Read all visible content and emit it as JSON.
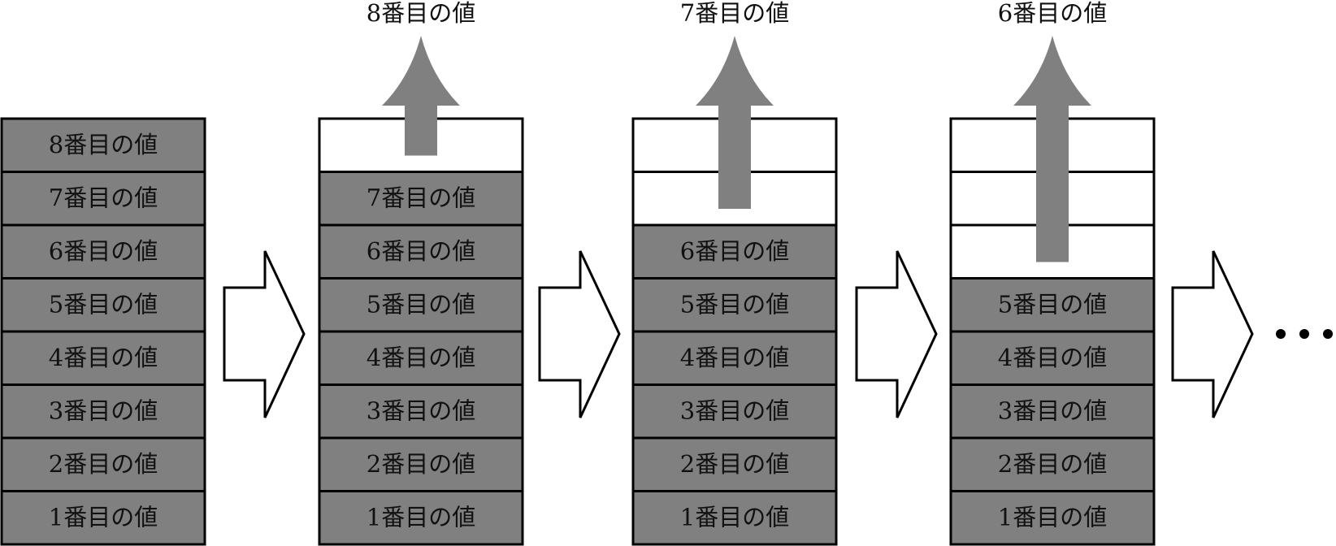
{
  "stacks": [
    {
      "popped_label": "",
      "cells": [
        "8番目の値",
        "7番目の値",
        "6番目の値",
        "5番目の値",
        "4番目の値",
        "3番目の値",
        "2番目の値",
        "1番目の値"
      ]
    },
    {
      "popped_label": "8番目の値",
      "cells": [
        "",
        "7番目の値",
        "6番目の値",
        "5番目の値",
        "4番目の値",
        "3番目の値",
        "2番目の値",
        "1番目の値"
      ]
    },
    {
      "popped_label": "7番目の値",
      "cells": [
        "",
        "",
        "6番目の値",
        "5番目の値",
        "4番目の値",
        "3番目の値",
        "2番目の値",
        "1番目の値"
      ]
    },
    {
      "popped_label": "6番目の値",
      "cells": [
        "",
        "",
        "",
        "5番目の値",
        "4番目の値",
        "3番目の値",
        "2番目の値",
        "1番目の値"
      ]
    }
  ],
  "colors": {
    "filled_cell": "#808080",
    "empty_cell": "#ffffff",
    "border": "#000000",
    "pop_arrow": "#808080",
    "step_arrow": "#ffffff"
  },
  "icons": {
    "step": "right-arrow-icon",
    "pop": "up-arrow-icon",
    "continuation": "ellipsis-icon"
  }
}
